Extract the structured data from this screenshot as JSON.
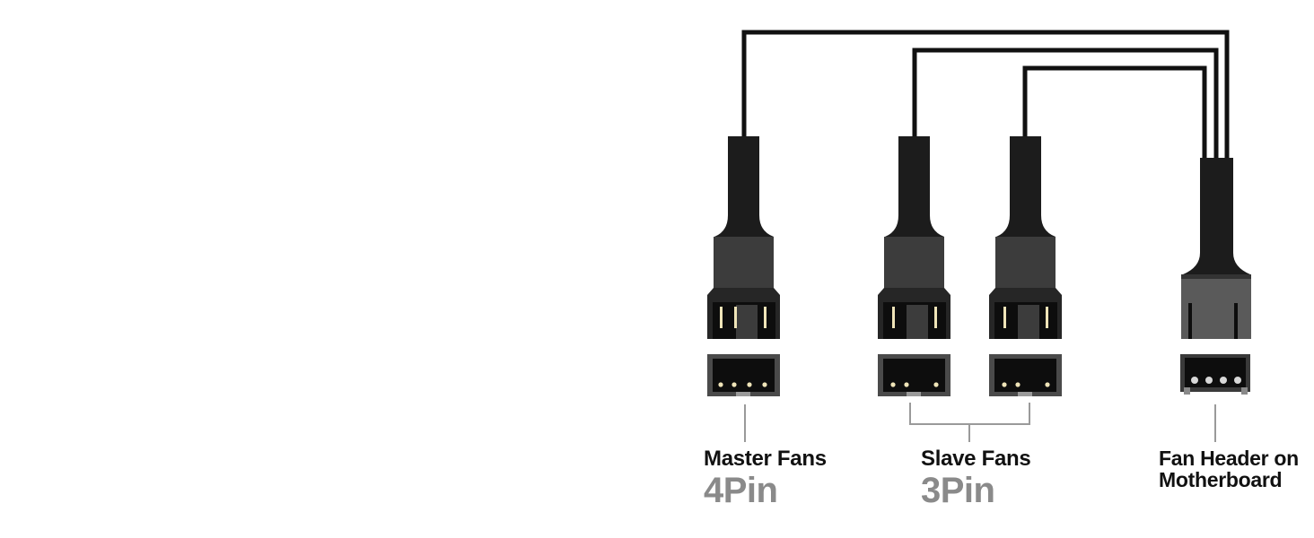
{
  "labels": {
    "master": {
      "name": "Master Fans",
      "pin": "4Pin"
    },
    "slave": {
      "name": "Slave Fans",
      "pin": "3Pin"
    },
    "header": {
      "name_line1": "Fan Header on",
      "name_line2": "Motherboard"
    }
  },
  "connectors": [
    {
      "id": "master",
      "pins": 4
    },
    {
      "id": "slave-1",
      "pins": 3
    },
    {
      "id": "slave-2",
      "pins": 3
    },
    {
      "id": "header",
      "pins": 4
    }
  ],
  "colors": {
    "cable": "#111111",
    "sleeve": "#1c1c1c",
    "housing": "#3c3c3c",
    "housing_dark": "#262626",
    "pin_contact": "#efe4b8",
    "header_body": "#5a5a5a",
    "bracket": "#9a9a9a",
    "pin_label": "#8a8a8a"
  }
}
